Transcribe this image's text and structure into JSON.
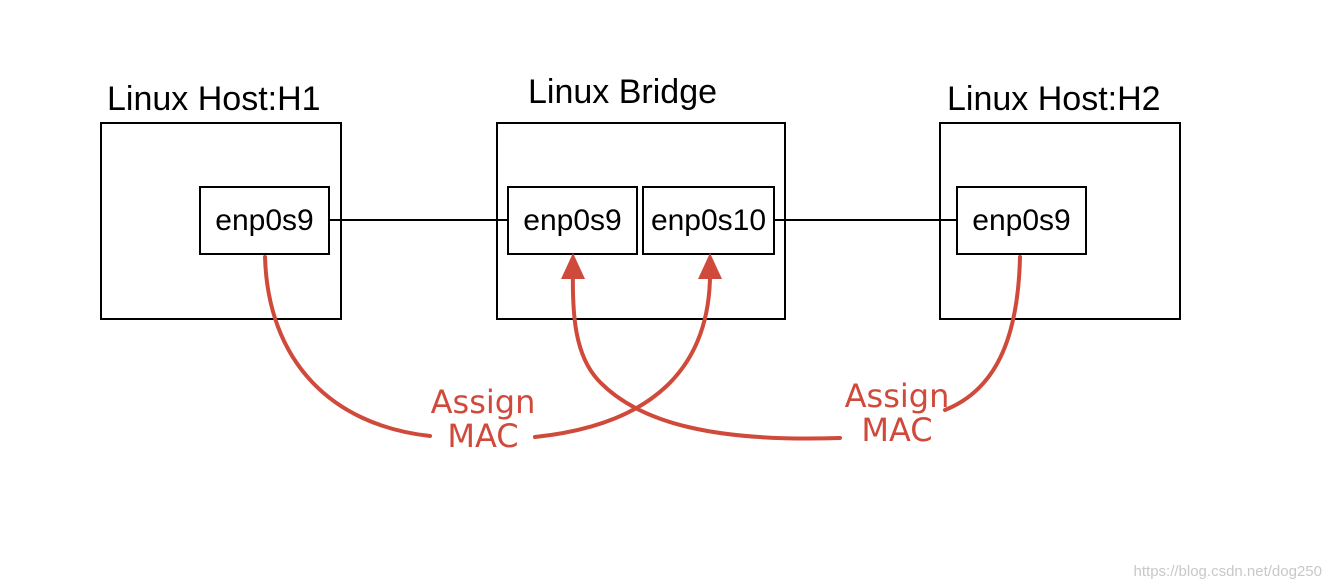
{
  "hosts": {
    "h1": {
      "title": "Linux Host:H1",
      "iface": "enp0s9"
    },
    "bridge": {
      "title": "Linux Bridge",
      "iface_left": "enp0s9",
      "iface_right": "enp0s10"
    },
    "h2": {
      "title": "Linux Host:H2",
      "iface": "enp0s9"
    }
  },
  "annotations": {
    "left": {
      "line1": "Assign",
      "line2": "MAC"
    },
    "right": {
      "line1": "Assign",
      "line2": "MAC"
    }
  },
  "colors": {
    "arrow": "#d04a3b",
    "lines": "#000000"
  },
  "watermark": "https://blog.csdn.net/dog250"
}
